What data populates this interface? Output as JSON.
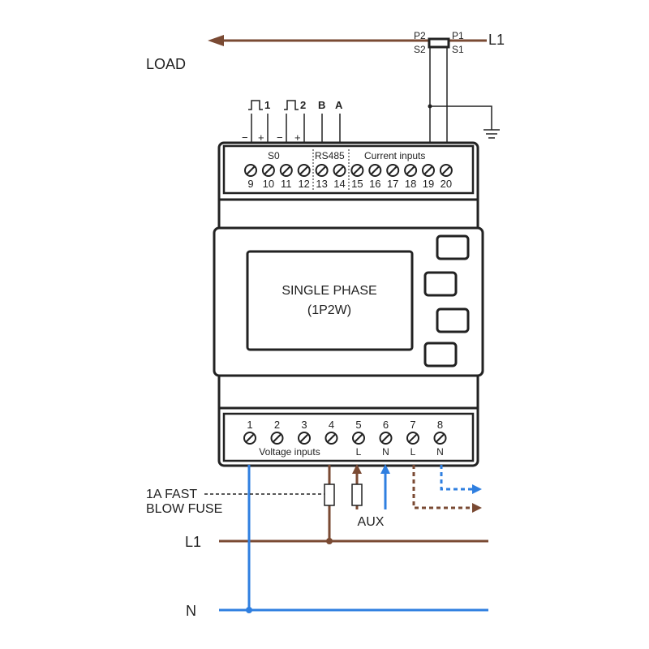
{
  "labels": {
    "load": "LOAD",
    "l1_top": "L1",
    "p2": "P2",
    "p1": "P1",
    "s2": "S2",
    "s1": "S1",
    "pulse1": "1",
    "pulse2": "2",
    "b": "B",
    "a": "A",
    "minus": "−",
    "plus": "+",
    "s0": "S0",
    "rs485": "RS485",
    "current_inputs": "Current inputs",
    "voltage_inputs": "Voltage inputs",
    "display_line1": "SINGLE PHASE",
    "display_line2": "(1P2W)",
    "fuse_line1": "1A  FAST",
    "fuse_line2": "BLOW FUSE",
    "aux": "AUX",
    "l1_bottom": "L1",
    "n": "N"
  },
  "top_terminals": [
    "9",
    "10",
    "11",
    "12",
    "13",
    "14",
    "15",
    "16",
    "17",
    "18",
    "19",
    "20"
  ],
  "bottom_terminals": [
    "1",
    "2",
    "3",
    "4",
    "5",
    "6",
    "7",
    "8"
  ],
  "bottom_sublabels": [
    "L",
    "N",
    "L",
    "N"
  ],
  "colors": {
    "live": "#7a4a33",
    "neutral": "#2f7fe0",
    "outline": "#222222"
  }
}
